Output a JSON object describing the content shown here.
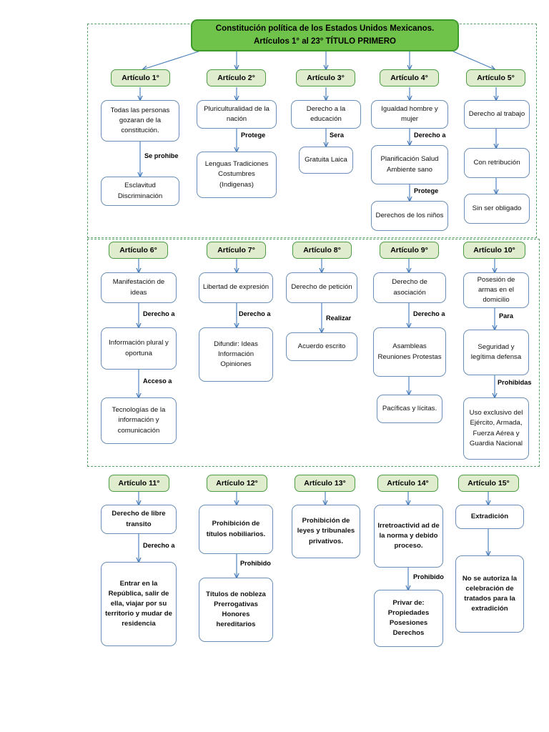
{
  "title": {
    "line1": "Constitución política de los Estados Unidos Mexicanos.",
    "line2": "Artículos 1° al 23° TÍTULO PRIMERO"
  },
  "colors": {
    "title_fill": "#70c34a",
    "title_border": "#3f9a2e",
    "article_fill": "#dfeccd",
    "article_border": "#4e9b45",
    "node_border": "#6b8fb5",
    "connector": "#4a7ebb",
    "region_dash": "#5aa469"
  },
  "rows": [
    {
      "id": "row-1",
      "columns": [
        {
          "article": "Artículo 1°",
          "nodes": [
            "Todas las personas gozaran de la constitución.",
            "Esclavitud Discriminación"
          ],
          "edge_labels": [
            "Se prohibe"
          ]
        },
        {
          "article": "Artículo 2°",
          "nodes": [
            "Pluriculturalidad de la nación",
            "Lenguas Tradiciones Costumbres (Indigenas)"
          ],
          "edge_labels": [
            "Protege"
          ]
        },
        {
          "article": "Artículo 3°",
          "nodes": [
            "Derecho a la educación",
            "Gratuita Laica"
          ],
          "edge_labels": [
            "Sera"
          ]
        },
        {
          "article": "Artículo 4°",
          "nodes": [
            "Igualdad hombre y mujer",
            "Planificación Salud Ambiente sano",
            "Derechos de los niños"
          ],
          "edge_labels": [
            "Derecho a",
            "Protege"
          ]
        },
        {
          "article": "Artículo 5°",
          "nodes": [
            "Derecho al trabajo",
            "Con retribución",
            "Sin ser obligado"
          ],
          "edge_labels": [
            "",
            ""
          ]
        }
      ]
    },
    {
      "id": "row-2",
      "columns": [
        {
          "article": "Artículo 6°",
          "nodes": [
            "Manifestación de ideas",
            "Información plural y oportuna",
            "Tecnologías  de la información y comunicación"
          ],
          "edge_labels": [
            "Derecho a",
            "Acceso a"
          ]
        },
        {
          "article": "Artículo 7°",
          "nodes": [
            "Libertad de expresión",
            "Difundir: Ideas Información Opiniones"
          ],
          "edge_labels": [
            "Derecho a"
          ]
        },
        {
          "article": "Artículo 8°",
          "nodes": [
            "Derecho de petición",
            "Acuerdo escrito"
          ],
          "edge_labels": [
            "Realizar"
          ]
        },
        {
          "article": "Artículo 9°",
          "nodes": [
            "Derecho de asociación",
            "Asambleas Reuniones Protestas",
            "Pacíficas y lícitas."
          ],
          "edge_labels": [
            "Derecho a",
            ""
          ]
        },
        {
          "article": "Artículo 10°",
          "nodes": [
            "Posesión de armas en el domicilio",
            "Seguridad y legítima defensa",
            "Uso exclusivo del Ejército, Armada, Fuerza Aérea y Guardia Nacional"
          ],
          "edge_labels": [
            "Para",
            "Prohibidas"
          ]
        }
      ]
    },
    {
      "id": "row-3",
      "columns": [
        {
          "article": "Artículo 11°",
          "nodes": [
            "Derecho de libre transito",
            "Entrar en la República, salir de ella, viajar por su territorio y mudar de residencia"
          ],
          "edge_labels": [
            "Derecho a"
          ]
        },
        {
          "article": "Artículo 12°",
          "nodes": [
            "Prohibición de títulos nobiliarios.",
            "Títulos de nobleza Prerrogativas Honores hereditarios"
          ],
          "edge_labels": [
            "Prohibido"
          ]
        },
        {
          "article": "Artículo 13°",
          "nodes": [
            "Prohibición de leyes y tribunales privativos."
          ],
          "edge_labels": []
        },
        {
          "article": "Artículo 14°",
          "nodes": [
            "Irretroactivid ad de la norma y debido proceso.",
            "Privar de: Propiedades Posesiones Derechos"
          ],
          "edge_labels": [
            "Prohibido"
          ]
        },
        {
          "article": "Artículo 15°",
          "nodes": [
            "Extradición",
            "No se autoriza la celebración de tratados para la extradición"
          ],
          "edge_labels": [
            ""
          ]
        }
      ]
    }
  ]
}
